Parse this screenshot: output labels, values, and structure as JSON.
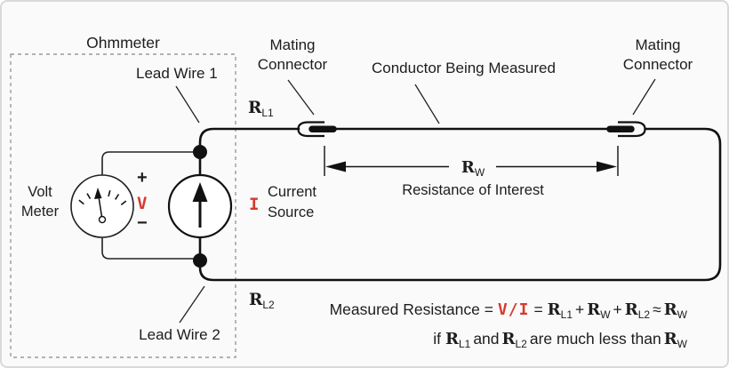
{
  "colors": {
    "background": "#fafafa",
    "ink": "#1d1d1d",
    "wire": "#111111",
    "accent_red": "#d63a2e",
    "dashed_box_gray": "#9a9a9a"
  },
  "labels": {
    "ohmmeter": "Ohmmeter",
    "lead_wire_1": "Lead Wire 1",
    "lead_wire_2": "Lead Wire 2",
    "mating_connector_line1": "Mating",
    "mating_connector_line2": "Connector",
    "conductor_being_measured": "Conductor Being Measured",
    "resistance_of_interest": "Resistance of Interest",
    "volt_meter_line1": "Volt",
    "volt_meter_line2": "Meter",
    "current_source_line1": "Current",
    "current_source_line2": "Source",
    "plus": "+",
    "minus": "−",
    "v_symbol": "V",
    "i_symbol": "I"
  },
  "symbols": {
    "r": "R",
    "sub_l1": "L1",
    "sub_l2": "L2",
    "sub_w": "W"
  },
  "formula": {
    "lhs": "Measured Resistance =",
    "v_over_i": "V/I",
    "eq": "=",
    "plus": "+",
    "approx": "≈",
    "cond_if": "if",
    "cond_and": "and",
    "cond_rest": "are much less than"
  }
}
